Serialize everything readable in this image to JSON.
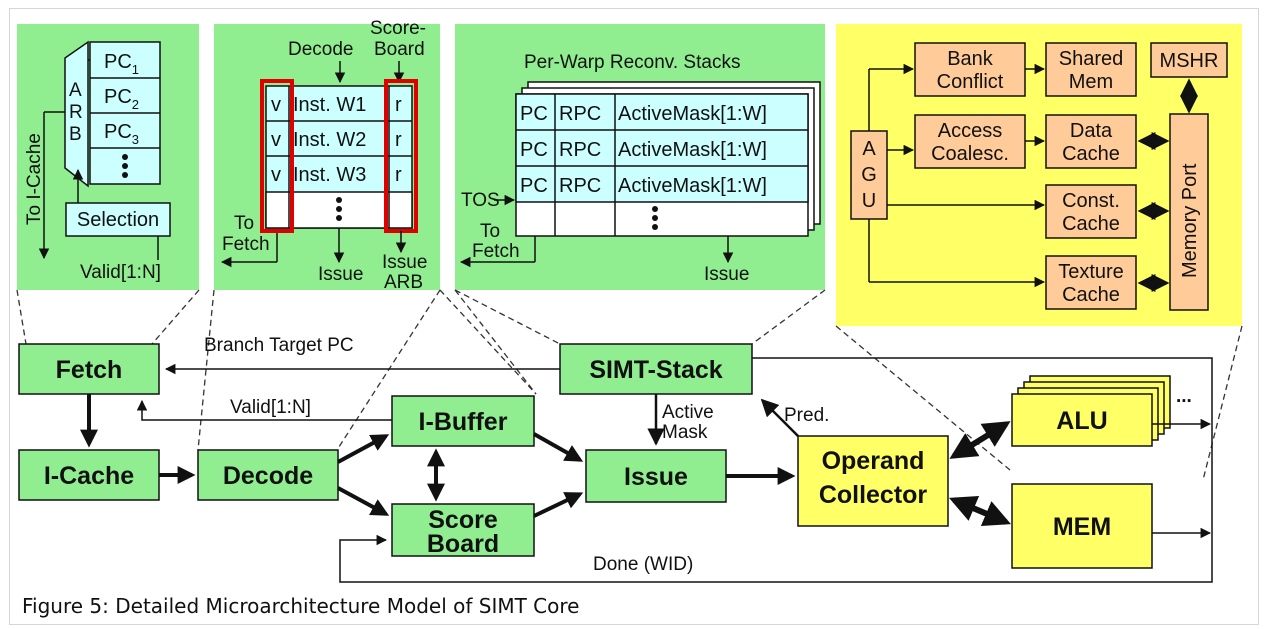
{
  "caption": "Figure 5: Detailed Microarchitecture Model of SIMT Core",
  "colors": {
    "green": "#90ee90",
    "cyan": "#ccffff",
    "yellow": "#ffff66",
    "orange": "#ffcc99",
    "red": "#e00000",
    "bgpanel": "#90ee90"
  },
  "fetch_panel": {
    "arb": [
      "A",
      "R",
      "B"
    ],
    "pcs": [
      {
        "base": "PC",
        "sub": "1"
      },
      {
        "base": "PC",
        "sub": "2"
      },
      {
        "base": "PC",
        "sub": "3"
      }
    ],
    "to_icache": "To I-Cache",
    "selection": "Selection",
    "valid": "Valid[1:N]"
  },
  "decode_panel": {
    "decode": "Decode",
    "scoreboard": [
      "Score-",
      "Board"
    ],
    "v": "v",
    "r": "r",
    "insts": [
      "Inst. W1",
      "Inst. W2",
      "Inst. W3"
    ],
    "to_fetch": [
      "To",
      "Fetch"
    ],
    "issue": "Issue",
    "issue_arb": [
      "Issue",
      "ARB"
    ]
  },
  "stack_panel": {
    "title": "Per-Warp Reconv. Stacks",
    "pc": "PC",
    "rpc": "RPC",
    "mask": "ActiveMask[1:W]",
    "tos": "TOS",
    "to_fetch": [
      "To",
      "Fetch"
    ],
    "issue": "Issue"
  },
  "memory_panel": {
    "agu": [
      "A",
      "G",
      "U"
    ],
    "bank": [
      "Bank",
      "Conflict"
    ],
    "shared": [
      "Shared",
      "Mem"
    ],
    "mshr": "MSHR",
    "access": [
      "Access",
      "Coalesc."
    ],
    "data": [
      "Data",
      "Cache"
    ],
    "const": [
      "Const.",
      "Cache"
    ],
    "texture": [
      "Texture",
      "Cache"
    ],
    "memport": "Memory Port"
  },
  "pipeline": {
    "fetch": "Fetch",
    "icache": "I-Cache",
    "decode": "Decode",
    "ibuffer": "I-Buffer",
    "scoreboard": [
      "Score",
      "Board"
    ],
    "simt": "SIMT-Stack",
    "issue": "Issue",
    "operand": [
      "Operand",
      "Collector"
    ],
    "alu": "ALU",
    "mem": "MEM",
    "branch": "Branch Target PC",
    "valid": "Valid[1:N]",
    "active": [
      "Active",
      "Mask"
    ],
    "pred": "Pred.",
    "done": "Done (WID)",
    "dots": "..."
  }
}
